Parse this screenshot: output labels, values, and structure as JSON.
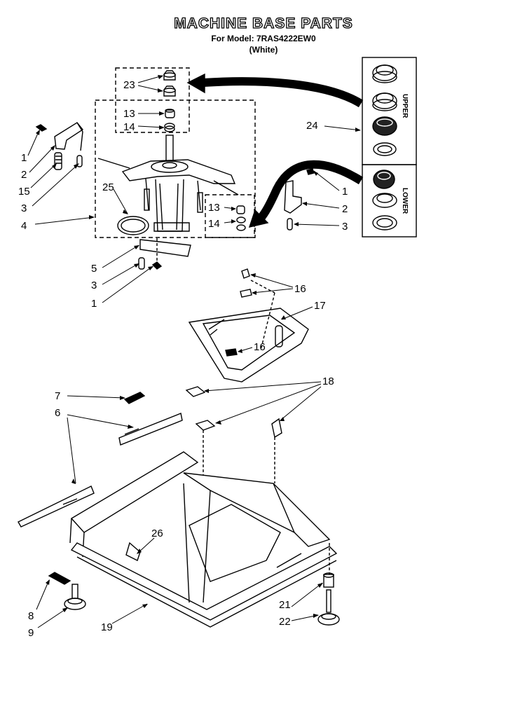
{
  "title": "MACHINE BASE PARTS",
  "subtitle_model": "For Model: 7RAS4222EW0",
  "subtitle_color": "(White)",
  "side_labels": {
    "upper": "UPPER",
    "lower": "LOWER"
  },
  "callouts": {
    "c23": "23",
    "c13a": "13",
    "c14a": "14",
    "c24": "24",
    "c1a": "1",
    "c2a": "2",
    "c15": "15",
    "c3a": "3",
    "c4": "4",
    "c25": "25",
    "c1b": "1",
    "c2b": "2",
    "c3b": "3",
    "c13b": "13",
    "c14b": "14",
    "c5": "5",
    "c3c": "3",
    "c1c": "1",
    "c16a": "16",
    "c17": "17",
    "c16b": "16",
    "c7": "7",
    "c6": "6",
    "c18": "18",
    "c26": "26",
    "c8": "8",
    "c9": "9",
    "c19": "19",
    "c21": "21",
    "c22": "22"
  }
}
